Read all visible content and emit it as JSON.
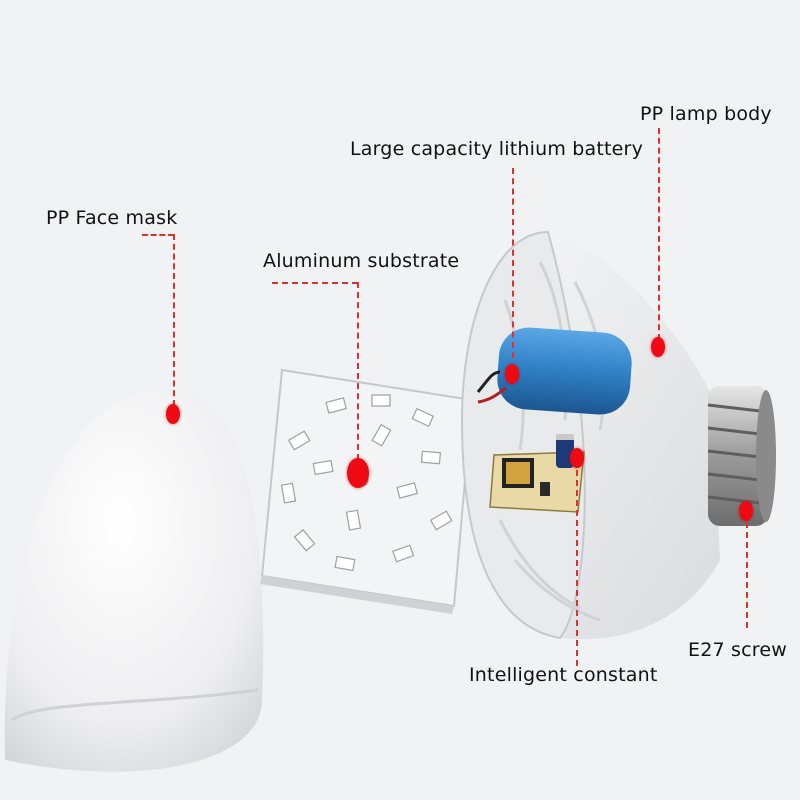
{
  "labels": {
    "pp_lamp_body": "PP lamp body",
    "battery": "Large capacity lithium battery",
    "face_mask": "PP Face mask",
    "aluminum_substrate": "Aluminum substrate",
    "e27_screw": "E27 screw",
    "intelligent_constant": "Intelligent constant"
  },
  "colors": {
    "leader": "#e03030",
    "marker": "#ee0a12",
    "battery": "#2f7fc4"
  }
}
